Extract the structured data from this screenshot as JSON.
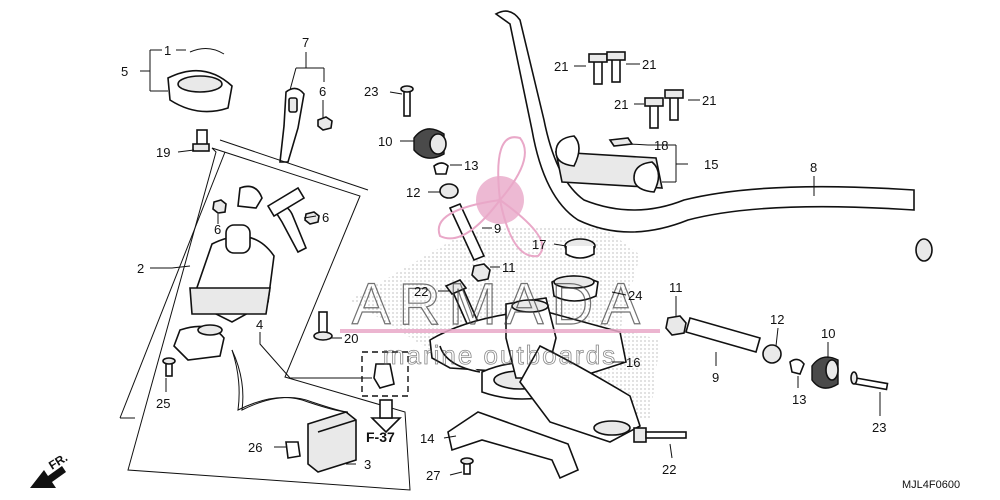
{
  "diagram": {
    "code": "MJL4F0600",
    "direction_label": "FR.",
    "ref_page": "F-37",
    "watermark": {
      "brand": "ARMADA",
      "tagline": "marine outboards"
    },
    "callouts": [
      {
        "id": "c1",
        "text": "1"
      },
      {
        "id": "c5",
        "text": "5"
      },
      {
        "id": "c7",
        "text": "7"
      },
      {
        "id": "c6a",
        "text": "6"
      },
      {
        "id": "c6b",
        "text": "6"
      },
      {
        "id": "c6c",
        "text": "6"
      },
      {
        "id": "c19",
        "text": "19"
      },
      {
        "id": "c2",
        "text": "2"
      },
      {
        "id": "c4",
        "text": "4"
      },
      {
        "id": "c25",
        "text": "25"
      },
      {
        "id": "c26",
        "text": "26"
      },
      {
        "id": "c3",
        "text": "3"
      },
      {
        "id": "c23a",
        "text": "23"
      },
      {
        "id": "c10a",
        "text": "10"
      },
      {
        "id": "c13a",
        "text": "13"
      },
      {
        "id": "c12a",
        "text": "12"
      },
      {
        "id": "c9a",
        "text": "9"
      },
      {
        "id": "c11a",
        "text": "11"
      },
      {
        "id": "c22a",
        "text": "22"
      },
      {
        "id": "c20",
        "text": "20"
      },
      {
        "id": "c24",
        "text": "24"
      },
      {
        "id": "c17",
        "text": "17"
      },
      {
        "id": "c21a",
        "text": "21"
      },
      {
        "id": "c21b",
        "text": "21"
      },
      {
        "id": "c21c",
        "text": "21"
      },
      {
        "id": "c21d",
        "text": "21"
      },
      {
        "id": "c18",
        "text": "18"
      },
      {
        "id": "c15",
        "text": "15"
      },
      {
        "id": "c8",
        "text": "8"
      },
      {
        "id": "c16",
        "text": "16"
      },
      {
        "id": "c14",
        "text": "14"
      },
      {
        "id": "c27",
        "text": "27"
      },
      {
        "id": "c22b",
        "text": "22"
      },
      {
        "id": "c11b",
        "text": "11"
      },
      {
        "id": "c12b",
        "text": "12"
      },
      {
        "id": "c10b",
        "text": "10"
      },
      {
        "id": "c9b",
        "text": "9"
      },
      {
        "id": "c13b",
        "text": "13"
      },
      {
        "id": "c23b",
        "text": "23"
      }
    ]
  }
}
